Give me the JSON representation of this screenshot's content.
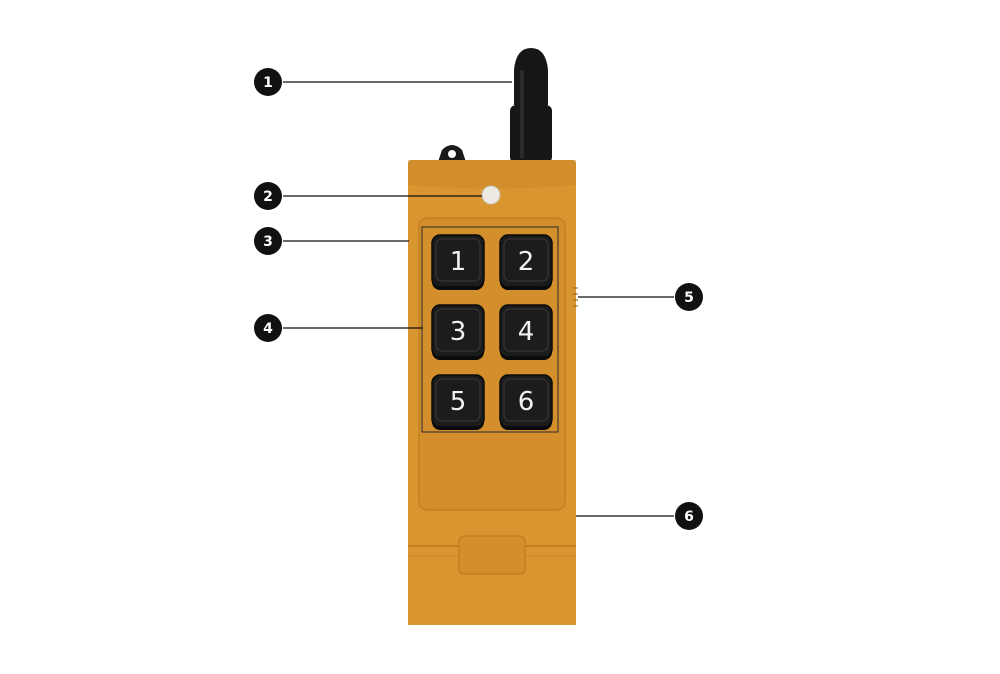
{
  "colors": {
    "body": "#D89530",
    "body_shade": "#C98726",
    "body_edge": "#B9781E",
    "antenna": "#161616",
    "key": "#1c1c1c",
    "key_border": "#0a0a0a",
    "led": "#ECEAE2",
    "callout": "#111111",
    "leader_line": "#111111"
  },
  "icons": {
    "antenna": "antenna-icon",
    "led": "led-indicator-icon",
    "lanyard": "lanyard-loop-icon"
  },
  "callouts": [
    {
      "number": "1"
    },
    {
      "number": "2"
    },
    {
      "number": "3"
    },
    {
      "number": "4"
    },
    {
      "number": "5"
    },
    {
      "number": "6"
    }
  ],
  "keys": [
    {
      "label": "1"
    },
    {
      "label": "2"
    },
    {
      "label": "3"
    },
    {
      "label": "4"
    },
    {
      "label": "5"
    },
    {
      "label": "6"
    }
  ]
}
